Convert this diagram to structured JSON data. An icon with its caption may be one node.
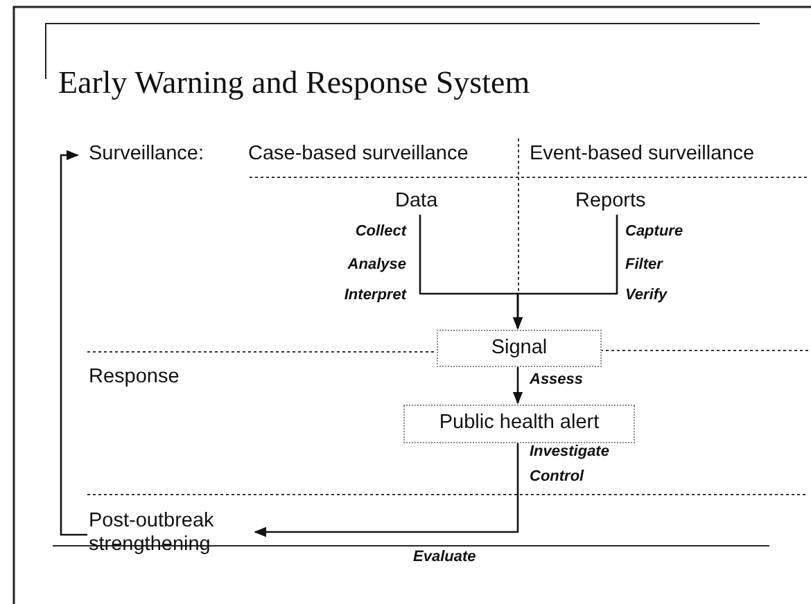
{
  "diagram": {
    "title": "Early Warning and Response System",
    "nodes": [
      {
        "text": [
          "Surveillance:"
        ]
      },
      {
        "text": [
          "Data"
        ]
      },
      {
        "text": [
          "Reports"
        ]
      },
      {
        "text": [
          "Signal"
        ]
      },
      {
        "text": [
          "Public health alert"
        ]
      },
      {
        "text": [
          "Post-outbreak strengthening"
        ]
      }
    ],
    "edges": [
      {
        "from": 1,
        "to": 3,
        "arrow": "to"
      },
      {
        "from": 2,
        "to": 3,
        "arrow": "to"
      },
      {
        "from": 3,
        "to": 4,
        "arrow": "to",
        "label": "Assess"
      },
      {
        "from": 4,
        "to": 5,
        "arrow": "to",
        "label": "Evaluate"
      },
      {
        "from": 5,
        "to": 0,
        "arrow": "to"
      }
    ],
    "labels": [
      "Case-based surveillance",
      "Event-based surveillance",
      "Collect",
      "Capture",
      "Analyse",
      "Filter",
      "Interpret",
      "Verify",
      "Response",
      "Investigate",
      "Control"
    ]
  }
}
